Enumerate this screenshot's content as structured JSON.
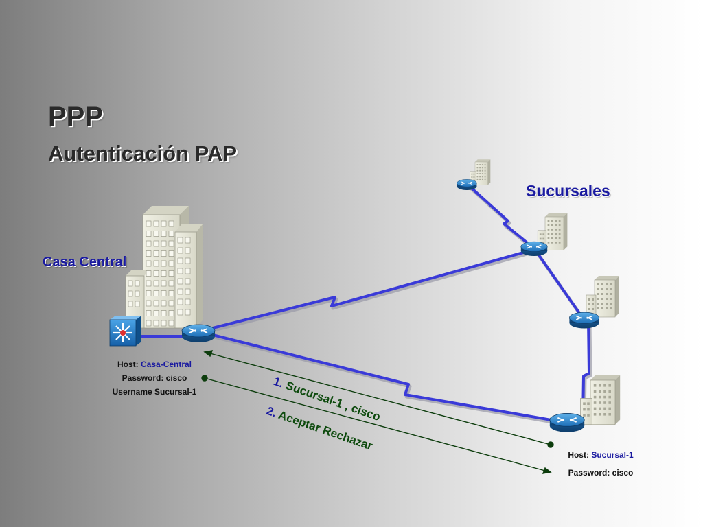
{
  "title": "PPP",
  "subtitle": "Autenticación PAP",
  "casa_central": {
    "label": "Casa Central",
    "host_label": "Host:",
    "host_value": "Casa-Central",
    "password": "Password: cisco",
    "username": "Username Sucursal-1"
  },
  "sucursales": {
    "label": "Sucursales",
    "host_label": "Host:",
    "host_value": "Sucursal-1",
    "password": "Password: cisco"
  },
  "messages": [
    {
      "num": "1.",
      "text": " Sucursal-1 , cisco"
    },
    {
      "num": "2.",
      "text": " Aceptar  Rechazar"
    }
  ],
  "colors": {
    "link": "#3a3ad8",
    "message_arrow": "#0d3d0d",
    "label_blue": "#1a1aa0"
  },
  "icons": [
    "building-icon",
    "router-icon",
    "switch-icon"
  ]
}
